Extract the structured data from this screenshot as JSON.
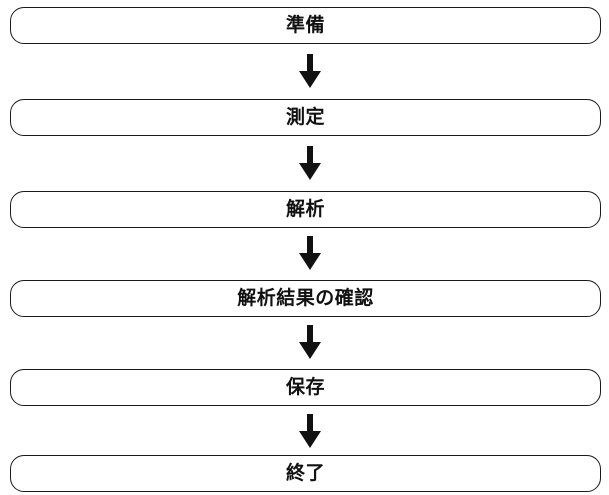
{
  "flowchart": {
    "steps": [
      {
        "label": "準備"
      },
      {
        "label": "測定"
      },
      {
        "label": "解析"
      },
      {
        "label": "解析結果の確認"
      },
      {
        "label": "保存"
      },
      {
        "label": "終了"
      }
    ],
    "colors": {
      "border": "#1a1a1a",
      "text": "#111111",
      "arrow": "#111111",
      "background": "#ffffff"
    },
    "connector_icon": "down-arrow-icon"
  }
}
